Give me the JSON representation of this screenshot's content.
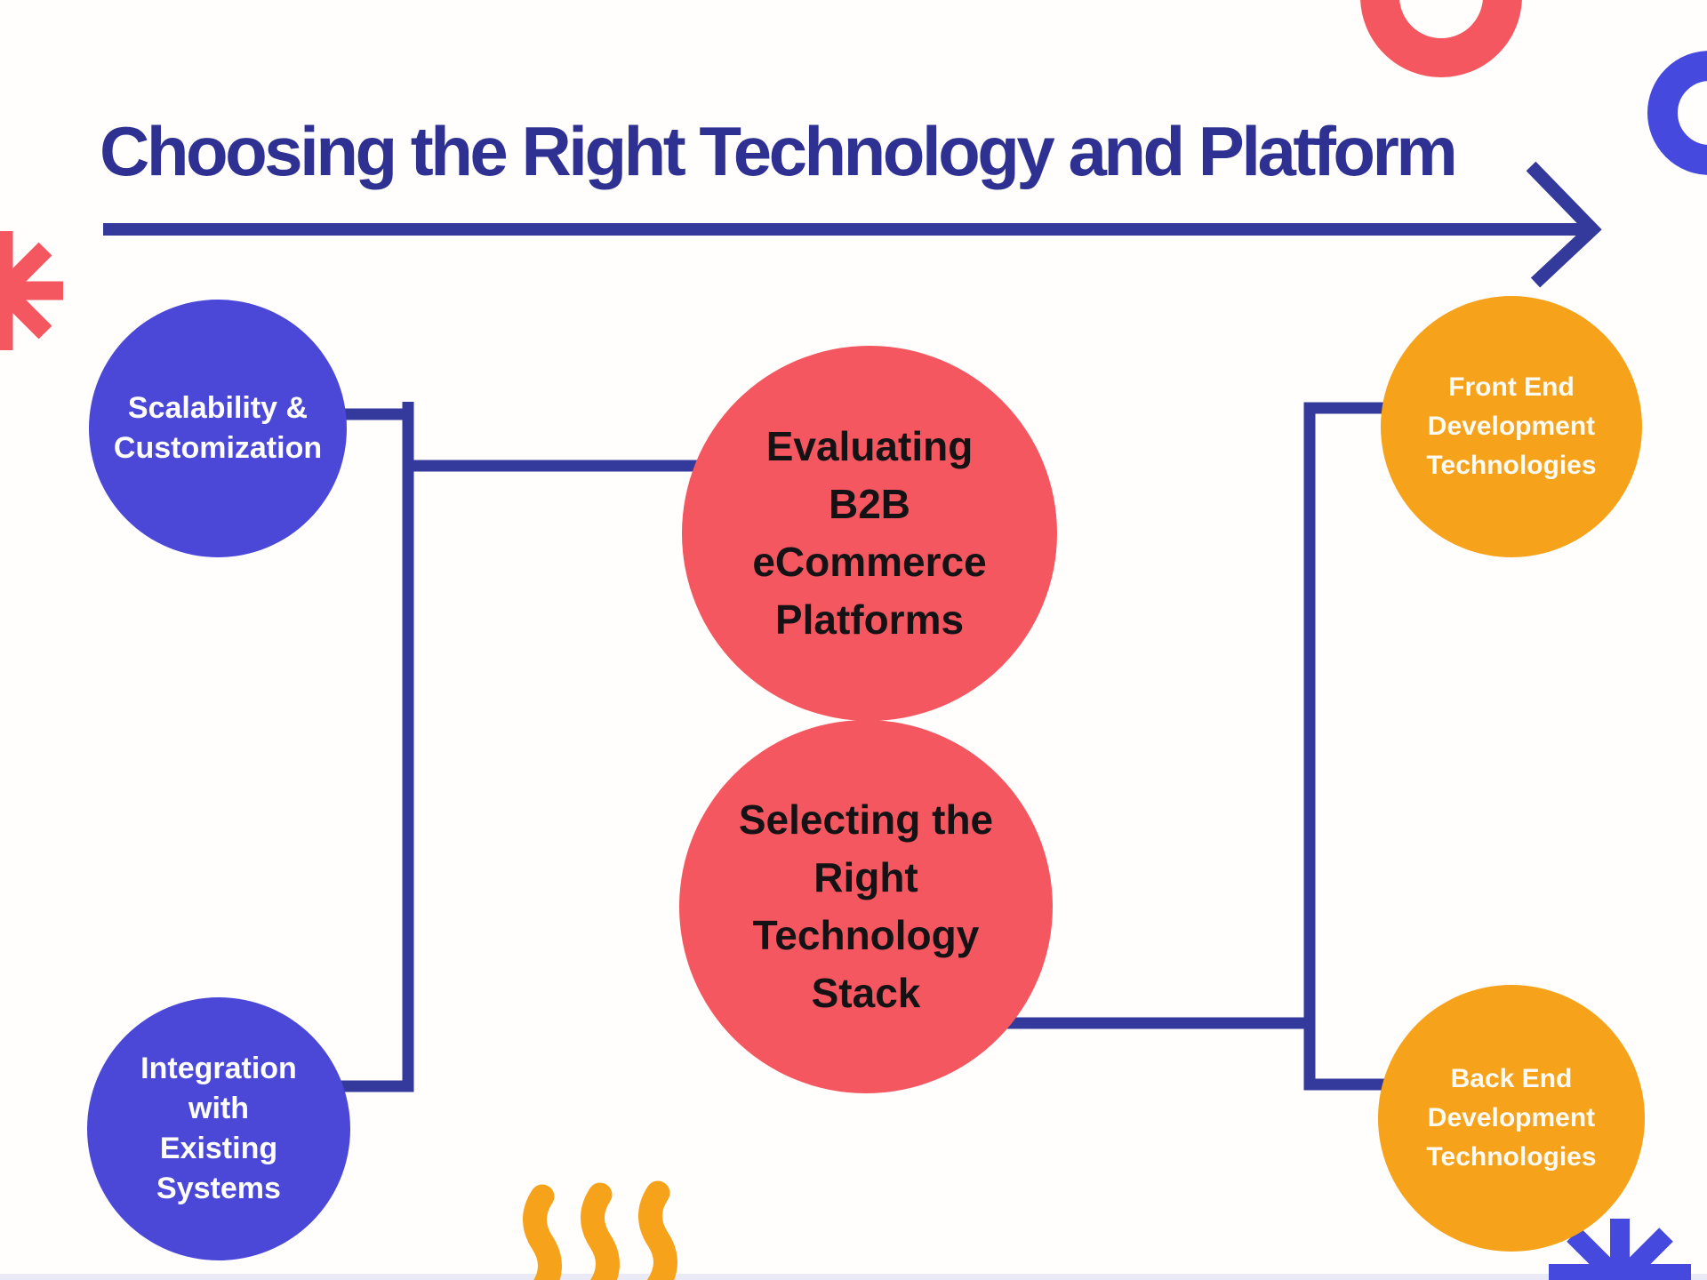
{
  "title": "Choosing the Right Technology and Platform",
  "diagram": {
    "nodes": [
      {
        "id": "scalability",
        "label": "Scalability &\nCustomization",
        "color": "#4b48d7",
        "text_color": "#ffffff"
      },
      {
        "id": "integration",
        "label": "Integration\nwith\nExisting\nSystems",
        "color": "#4b48d7",
        "text_color": "#ffffff"
      },
      {
        "id": "evaluating",
        "label": "Evaluating\nB2B\neCommerce\nPlatforms",
        "color": "#f4575f",
        "text_color": "#141215"
      },
      {
        "id": "selecting",
        "label": "Selecting the\nRight\nTechnology\nStack",
        "color": "#f4575f",
        "text_color": "#141215"
      },
      {
        "id": "frontend",
        "label": "Front End\nDevelopment\nTechnologies",
        "color": "#f6a21a",
        "text_color": "#fdfbf3"
      },
      {
        "id": "backend",
        "label": "Back End\nDevelopment\nTechnologies",
        "color": "#f6a21a",
        "text_color": "#fdfbf3"
      }
    ],
    "connections": [
      {
        "from": "scalability",
        "to": "evaluating"
      },
      {
        "from": "integration",
        "to": "evaluating"
      },
      {
        "from": "selecting",
        "to": "frontend"
      },
      {
        "from": "selecting",
        "to": "backend"
      }
    ],
    "arrow_direction": "right"
  },
  "decorations": [
    "red-ring-icon",
    "blue-ring-icon",
    "red-asterisk-icon",
    "blue-asterisk-icon",
    "orange-squiggles-icon"
  ],
  "colors": {
    "background": "#fffefd",
    "title_navy": "#2e3192",
    "connector_navy": "#333a9b",
    "node_blue": "#4b48d7",
    "node_red": "#f4575f",
    "node_orange": "#f6a21a",
    "deco_blue": "#4649dd",
    "deco_red": "#f4575f",
    "deco_orange": "#f6a21a"
  }
}
